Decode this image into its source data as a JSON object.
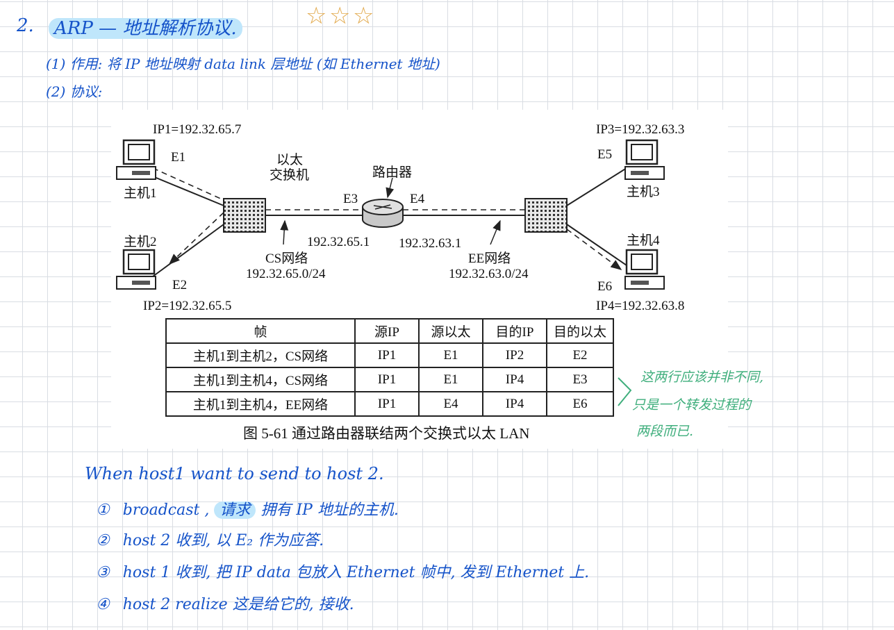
{
  "notes": {
    "heading": {
      "number": "2.",
      "title": "ARP — 地址解析协议."
    },
    "purpose": "(1) 作用: 将 IP 地址映射 data link 层地址 (如 Ethernet 地址)",
    "protocol": "(2) 协议:",
    "side_note": [
      "这两行应该并非不同,",
      "只是一个转发过程的",
      "两段而已."
    ],
    "when": "When host1 want to send to host 2.",
    "steps": [
      {
        "num": "①",
        "text": "broadcast , ",
        "highlight": "请求",
        "rest": "拥有 IP 地址的主机."
      },
      {
        "num": "②",
        "text": "host 2 收到, 以 E₂ 作为应答."
      },
      {
        "num": "③",
        "text": "host 1 收到, 把 IP data 包放入 Ethernet 帧中, 发到 Ethernet 上."
      },
      {
        "num": "④",
        "text": "host 2  realize  这是给它的, 接收."
      }
    ]
  },
  "figure": {
    "ip1": "IP1=192.32.65.7",
    "ip2": "IP2=192.32.65.5",
    "ip3": "IP3=192.32.63.3",
    "ip4": "IP4=192.32.63.8",
    "e1": "E1",
    "e2": "E2",
    "e3": "E3",
    "e4": "E4",
    "e5": "E5",
    "e6": "E6",
    "host1": "主机1",
    "host2": "主机2",
    "host3": "主机3",
    "host4": "主机4",
    "switch_line1": "以太",
    "switch_line2": "交换机",
    "router": "路由器",
    "router_ip_left": "192.32.65.1",
    "router_ip_right": "192.32.63.1",
    "cs_net": "CS网络",
    "cs_addr": "192.32.65.0/24",
    "ee_net": "EE网络",
    "ee_addr": "192.32.63.0/24",
    "table": {
      "headers": [
        "帧",
        "源IP",
        "源以太",
        "目的IP",
        "目的以太"
      ],
      "rows": [
        [
          "主机1到主机2，CS网络",
          "IP1",
          "E1",
          "IP2",
          "E2"
        ],
        [
          "主机1到主机4，CS网络",
          "IP1",
          "E1",
          "IP4",
          "E3"
        ],
        [
          "主机1到主机4，EE网络",
          "IP1",
          "E4",
          "IP4",
          "E6"
        ]
      ]
    },
    "caption": "图 5-61    通过路由器联结两个交换式以太 LAN"
  },
  "colors": {
    "ink": "#1553c9",
    "highlight": "#bfe6fb",
    "star": "#e2a94c",
    "note": "#3fae7c"
  }
}
